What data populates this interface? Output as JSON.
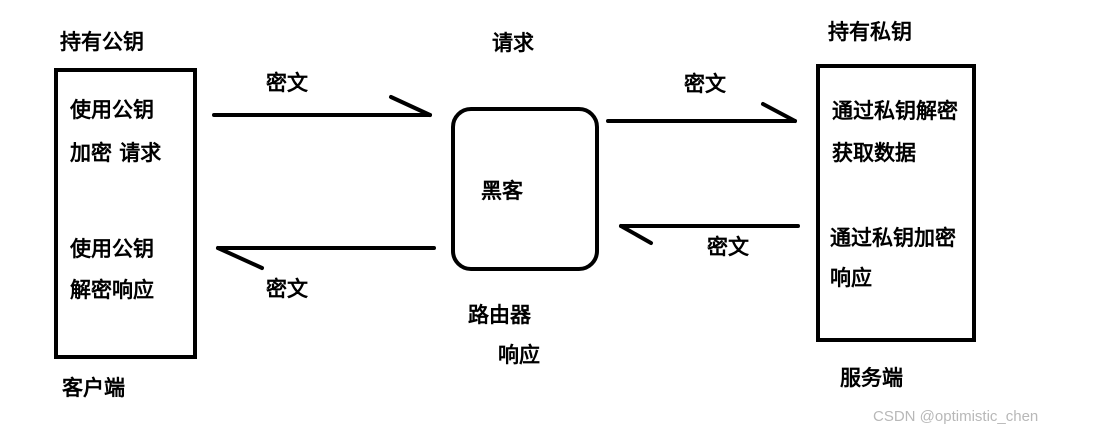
{
  "client": {
    "header": "持有公钥",
    "label": "客户端",
    "lines": [
      "使用公钥",
      "加密 请求",
      "使用公钥",
      "解密响应"
    ]
  },
  "hacker": {
    "top_label": "请求",
    "box_label": "黑客",
    "bottom_label_1": "路由器",
    "bottom_label_2": "响应"
  },
  "server": {
    "header": "持有私钥",
    "label": "服务端",
    "lines": [
      "通过私钥解密",
      "获取数据",
      "通过私钥加密",
      "响应"
    ]
  },
  "arrows": {
    "client_to_hacker": "密文",
    "hacker_to_client": "密文",
    "hacker_to_server": "密文",
    "server_to_hacker": "密文"
  },
  "watermark": "CSDN @optimistic_chen"
}
